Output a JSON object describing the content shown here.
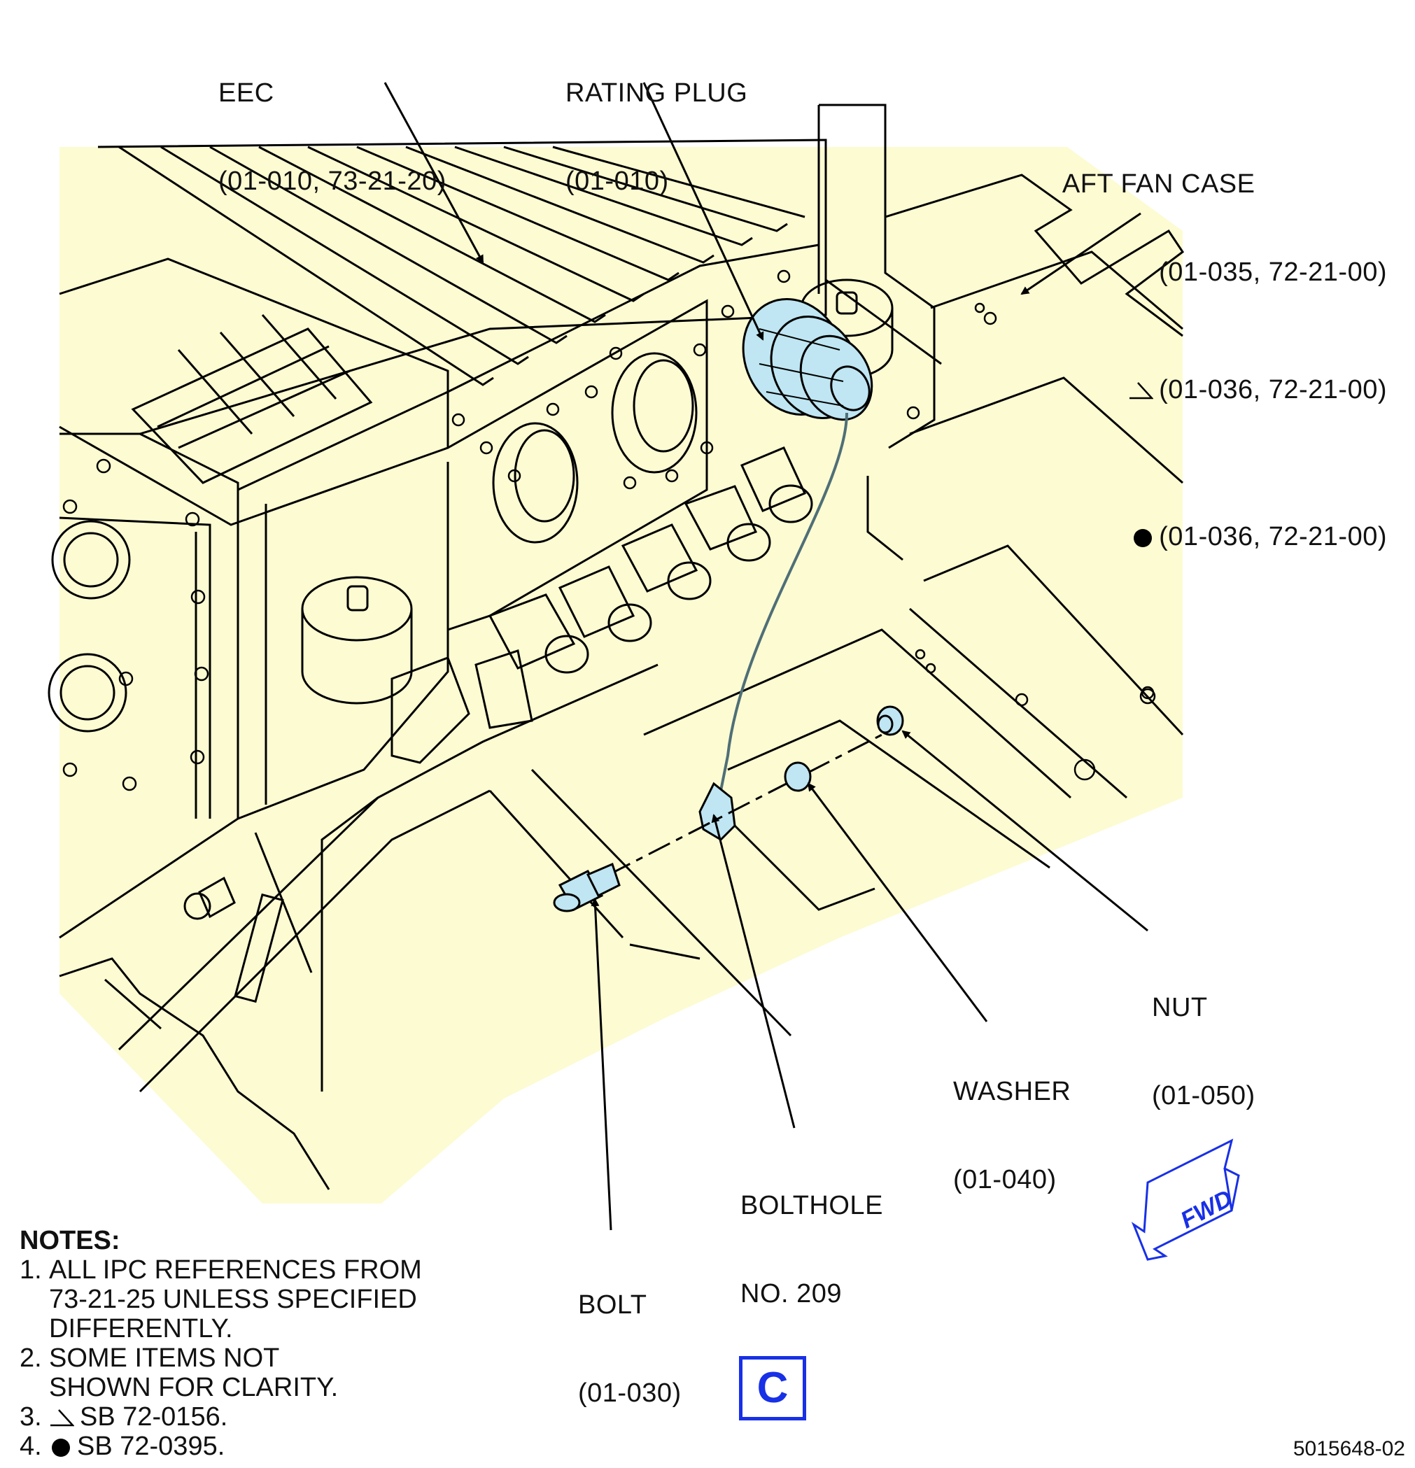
{
  "callouts": {
    "eec": {
      "name": "EEC",
      "ref": "(01-010, 73-21-20)"
    },
    "rating_plug": {
      "name": "RATING PLUG",
      "ref": "(01-010)"
    },
    "aft_fan_case": {
      "name": "AFT FAN CASE",
      "refs": [
        "(01-035, 72-21-00)",
        "(01-036, 72-21-00)",
        "(01-036, 72-21-00)"
      ]
    },
    "nut": {
      "name": "NUT",
      "ref": "(01-050)"
    },
    "washer": {
      "name": "WASHER",
      "ref": "(01-040)"
    },
    "bolthole": {
      "name": "BOLTHOLE",
      "ref": "NO. 209"
    },
    "bolt": {
      "name": "BOLT",
      "ref": "(01-030)"
    }
  },
  "notes": {
    "heading": "NOTES:",
    "items": [
      {
        "num": "1.",
        "lines": [
          "ALL IPC REFERENCES FROM",
          "73-21-25 UNLESS SPECIFIED",
          "DIFFERENTLY."
        ]
      },
      {
        "num": "2.",
        "lines": [
          "SOME ITEMS NOT",
          "SHOWN FOR CLARITY."
        ]
      },
      {
        "num": "3.",
        "text": "SB 72-0156."
      },
      {
        "num": "4.",
        "text": "SB 72-0395."
      }
    ]
  },
  "fwd_label": "FWD",
  "view_label": "C",
  "document_number": "5015648-02",
  "colors": {
    "background_fill": "#fdfbd2",
    "highlight_parts": "#bfe6f2",
    "view_label": "#1830e6",
    "fwd_arrow": "#1830e6",
    "line": "#000000"
  }
}
